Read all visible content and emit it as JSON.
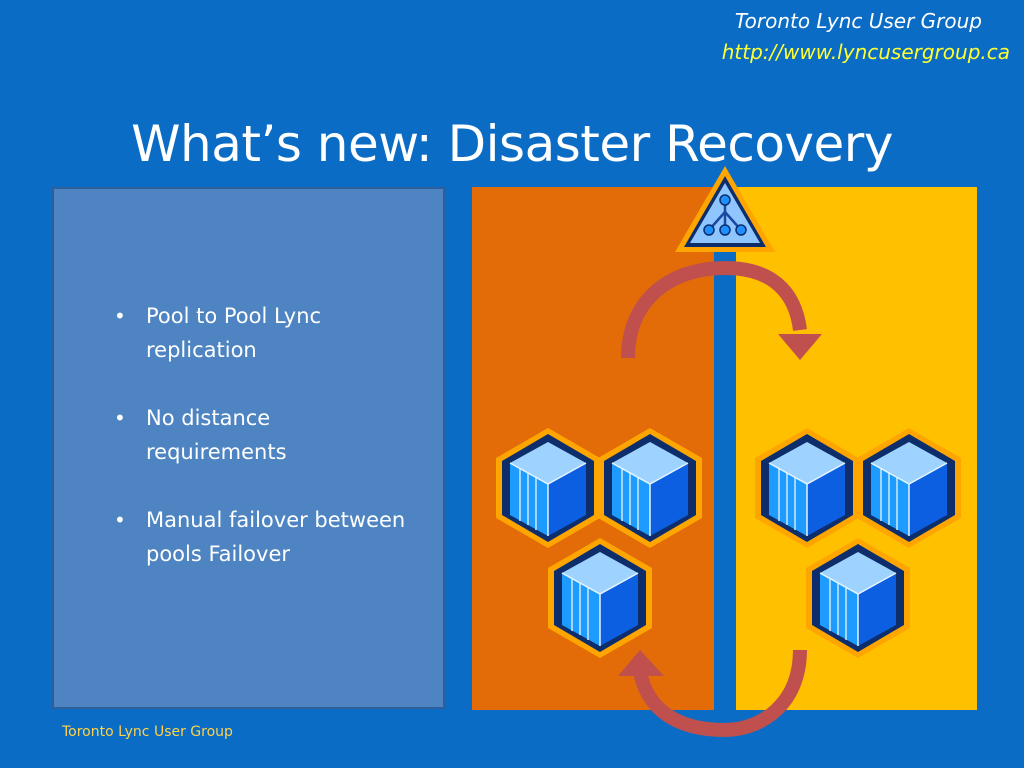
{
  "header": {
    "org_name": "Toronto Lync User Group",
    "url": "http://www.lyncusergroup.ca"
  },
  "slide": {
    "title": "What’s new: Disaster Recovery",
    "bullets": [
      {
        "line1": "Pool to Pool Lync",
        "line2": "replication"
      },
      {
        "line1": "No distance",
        "line2": "requirements"
      },
      {
        "line1": "Manual failover between",
        "line2": "pools Failover"
      }
    ],
    "bullet_glyph": "•"
  },
  "diagram": {
    "icons": [
      "pool-server-cube",
      "topology-warning-icon",
      "replication-arrow"
    ],
    "colors": {
      "left_site": "#e36c09",
      "right_site": "#ffc000",
      "divider": "#0a6cc4",
      "arrow": "#c0504d",
      "cube_face": "#1e90ff",
      "cube_border": "#0d2e6b",
      "hex_outline": "#ffa500"
    }
  },
  "footer": {
    "text": "Toronto Lync User Group"
  }
}
